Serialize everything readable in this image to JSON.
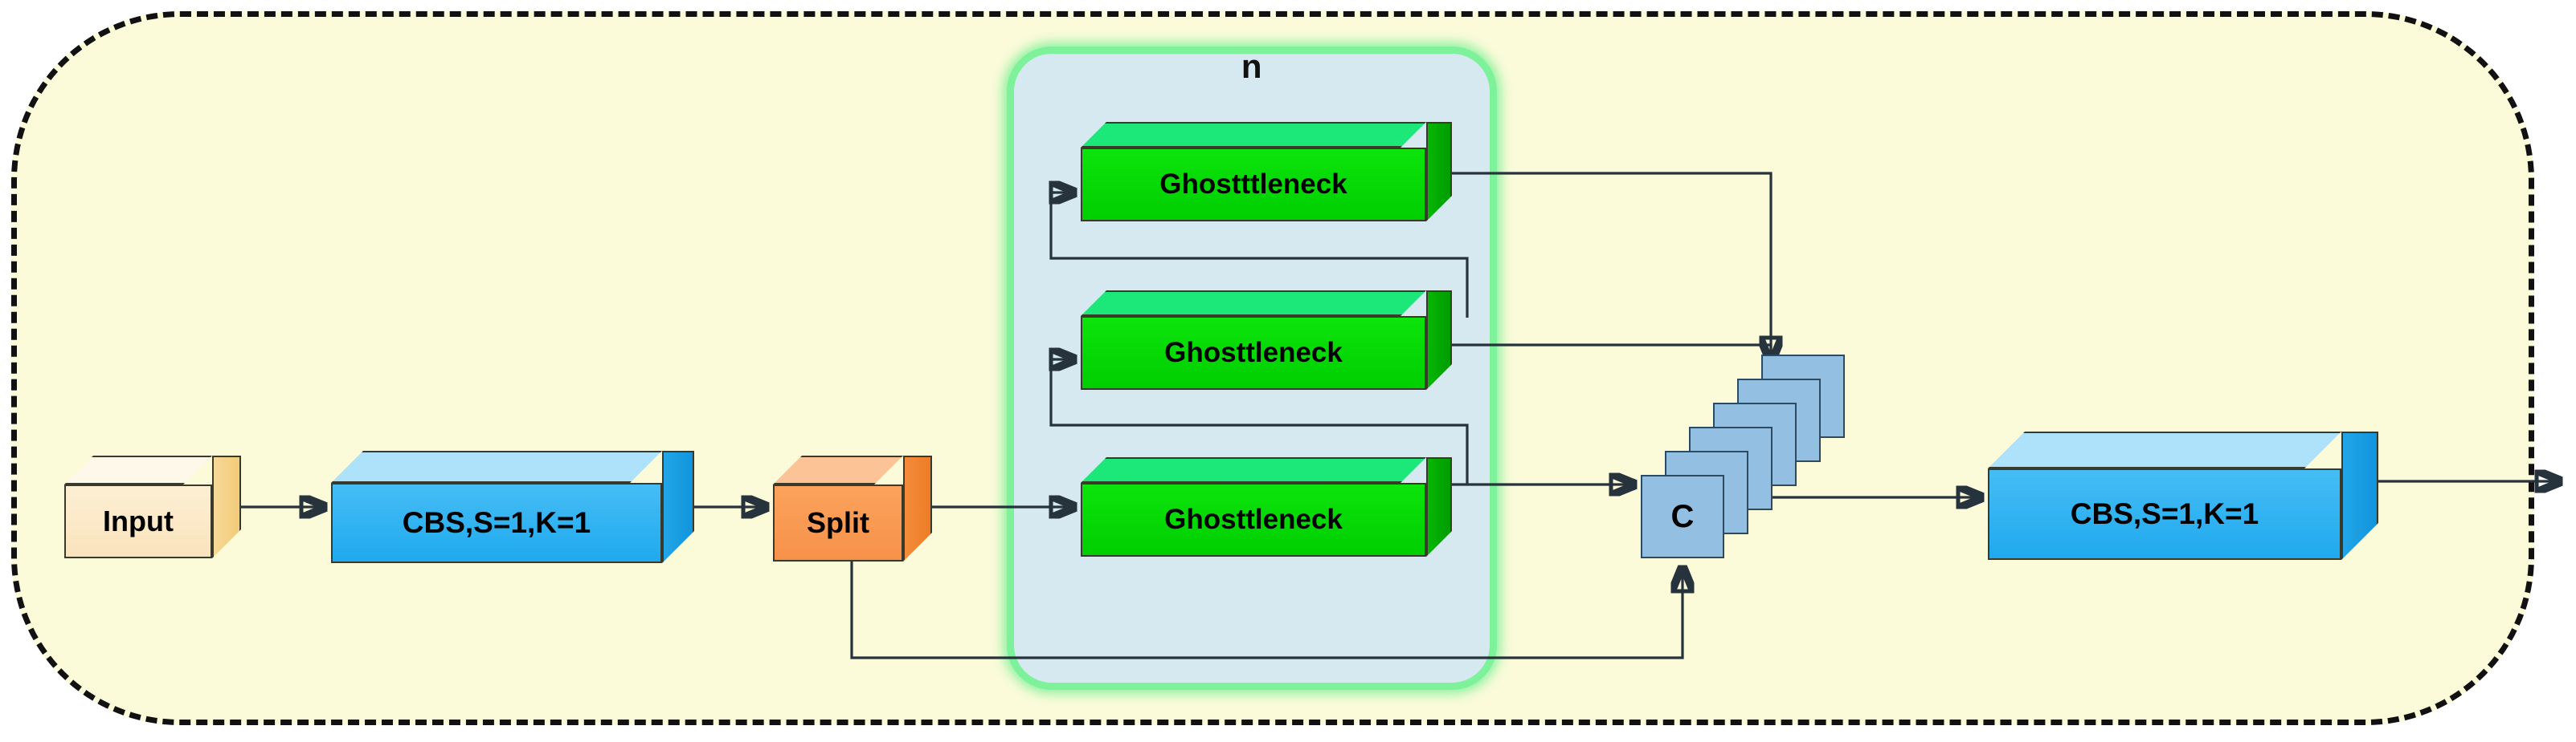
{
  "diagram": {
    "title_visible": false,
    "outer_container": {
      "name": "module-boundary",
      "style": "dashed-rounded-rectangle",
      "fill_color": "#FBFBD9",
      "border_color": "#111111"
    },
    "repeat_group": {
      "label": "n",
      "fill_color": "#D7E9F0",
      "border_color": "#7DF29A"
    },
    "nodes": {
      "input": {
        "label": "Input",
        "color": "#FAE3BC"
      },
      "cbs_left": {
        "label": "CBS,S=1,K=1",
        "color": "#1FA9EE"
      },
      "split": {
        "label": "Split",
        "color": "#F7914A"
      },
      "ghost_blocks": [
        {
          "label": "Ghostttleneck",
          "color": "#00CE00"
        },
        {
          "label": "Ghosttleneck",
          "color": "#00CE00"
        },
        {
          "label": "Ghosttleneck",
          "color": "#00CE00"
        }
      ],
      "concat": {
        "label": "C",
        "color": "#93BFE3",
        "layer_count": 6
      },
      "cbs_right": {
        "label": "CBS,S=1,K=1",
        "color": "#1FA9EE"
      }
    },
    "edges": [
      {
        "from": "Input",
        "to": "CBS,S=1,K=1"
      },
      {
        "from": "CBS,S=1,K=1",
        "to": "Split"
      },
      {
        "from": "Split",
        "to": "Ghosttleneck"
      },
      {
        "from": "Split",
        "to": "C"
      },
      {
        "from": "Ghosttleneck",
        "to": "C"
      },
      {
        "from": "Ghosttleneck",
        "to": "Ghosttleneck"
      },
      {
        "from": "Ghosttleneck",
        "to": "Ghostttleneck"
      },
      {
        "from": "Ghostttleneck",
        "to": "C"
      },
      {
        "from": "C",
        "to": "CBS,S=1,K=1"
      },
      {
        "from": "CBS,S=1,K=1",
        "to": "output"
      }
    ]
  }
}
